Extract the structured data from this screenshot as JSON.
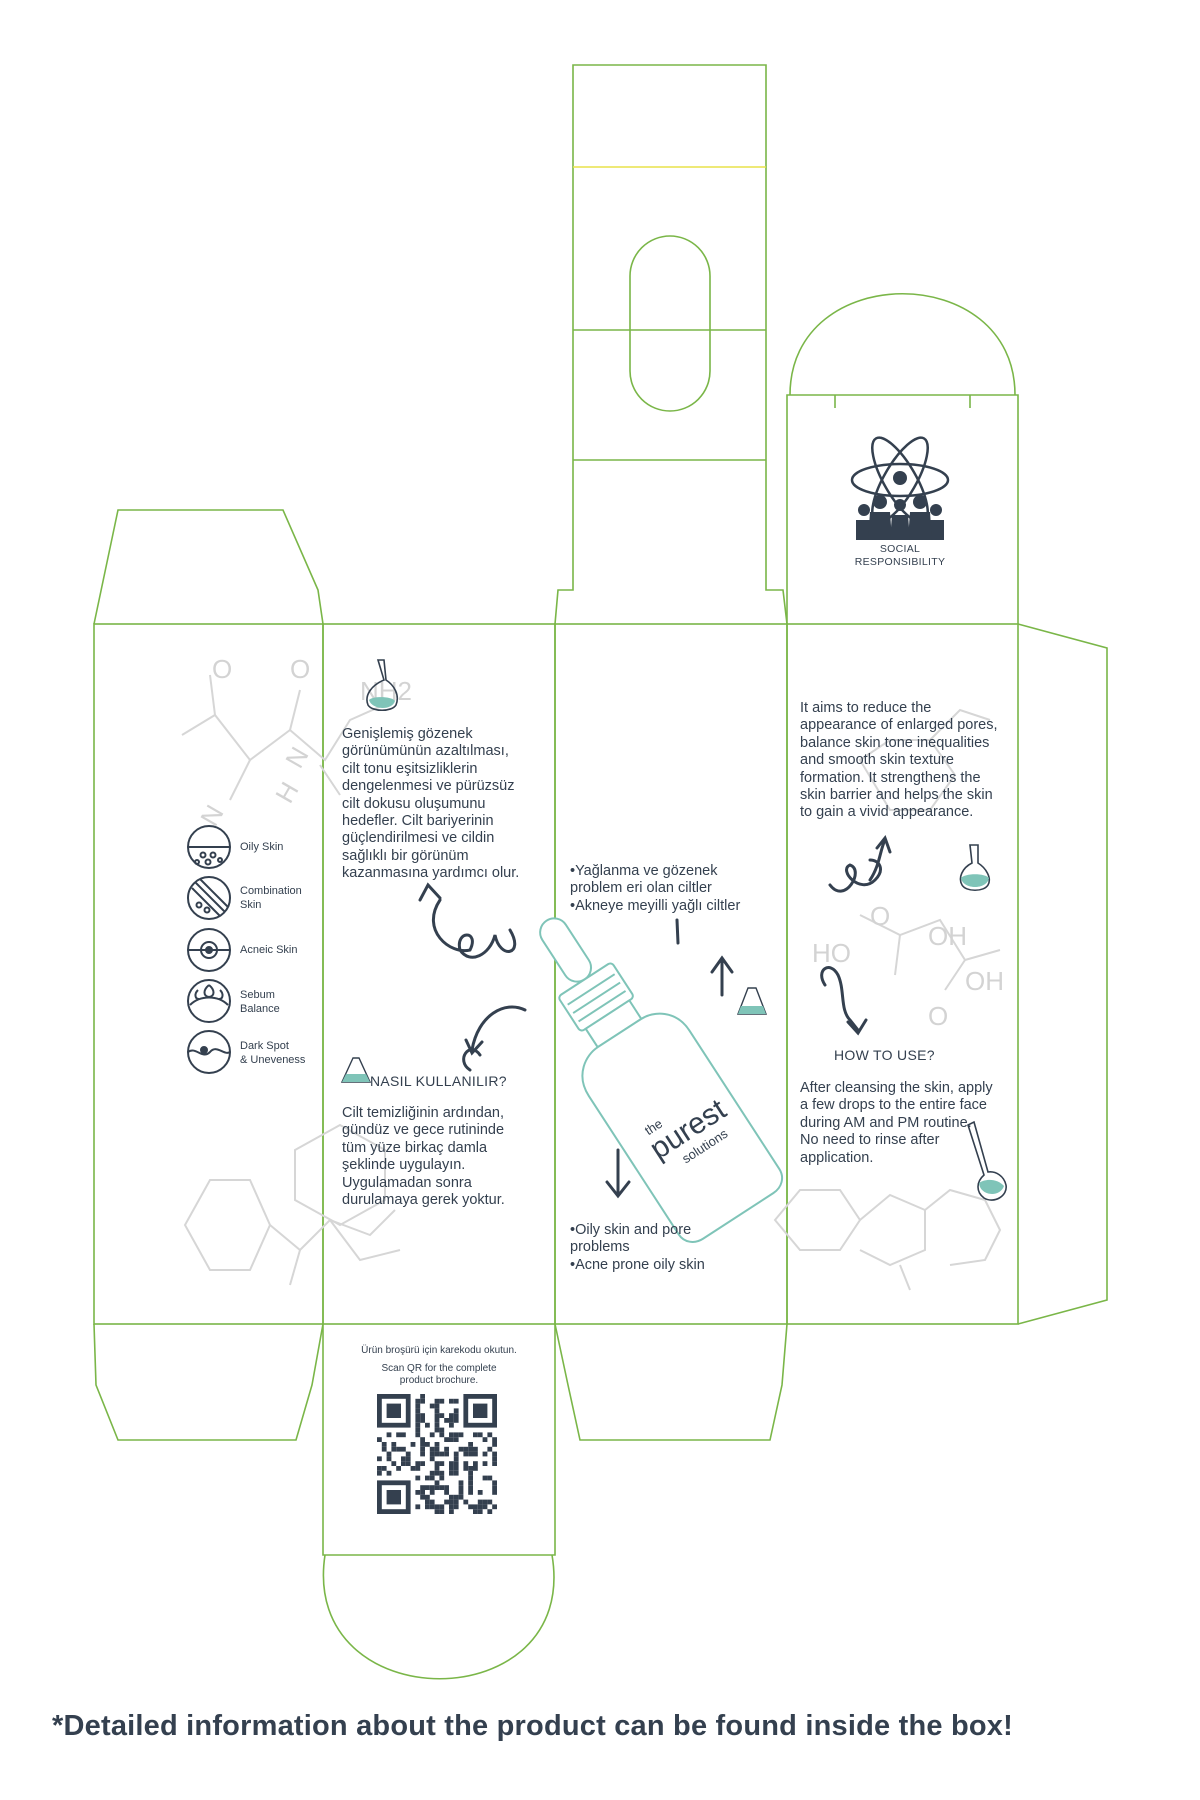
{
  "colors": {
    "dieline": "#7ab648",
    "ink": "#34404f",
    "accent_teal": "#7fc4b8",
    "chem_grey": "#d3d3d3",
    "fold_yellow": "#e8e24a"
  },
  "left_panel": {
    "skin_types": [
      {
        "icon": "oily-skin-icon",
        "label": "Oily Skin"
      },
      {
        "icon": "combination-skin-icon",
        "label": "Combination\nSkin"
      },
      {
        "icon": "acneic-skin-icon",
        "label": "Acneic Skin"
      },
      {
        "icon": "sebum-balance-icon",
        "label": "Sebum\nBalance"
      },
      {
        "icon": "dark-spot-icon",
        "label": "Dark Spot\n& Uneveness"
      }
    ]
  },
  "turkish_panel": {
    "description": "Genişlemiş gözenek\ngörünümünün azaltılması,\ncilt tonu eşitsizliklerin\ndengelenmesi ve pürüzsüz\ncilt dokusu oluşumunu\nhedefler. Cilt bariyerinin\ngüçlendirilmesi ve cildin\nsağlıklı bir görünüm\nkazanmasına yardımcı olur.",
    "how_to_heading": "NASIL KULLANILIR?",
    "how_to_text": "Cilt temizliğinin ardından,\ngündüz ve gece rutininde\ntüm yüze birkaç damla\nşeklinde uygulayın.\nUygulamadan sonra\ndurulamaya gerek yoktur."
  },
  "front_panel": {
    "target_tr": "•Yağlanma ve gözenek\nproblem eri olan ciltler\n•Akneye meyilli yağlı ciltler",
    "target_en": "•Oily skin and pore\nproblems\n•Acne prone oily skin",
    "brand_line1": "the",
    "brand_line2": "purest",
    "brand_line3": "solutions"
  },
  "english_panel": {
    "description": "It aims to reduce the\nappearance of enlarged pores,\nbalance skin tone inequalities\nand smooth skin texture\nformation. It strengthens the\nskin barrier and helps the skin\nto gain a vivid appearance.",
    "how_to_heading": "HOW TO USE?",
    "how_to_text": "After cleansing the skin, apply\na few drops to the entire face\nduring AM and PM routine.\nNo need to rinse after\napplication."
  },
  "top_flap": {
    "social_label": "SOCIAL\nRESPONSIBILITY"
  },
  "bottom_flap": {
    "qr_text_tr": "Ürün broşürü için karekodu okutun.",
    "qr_text_en": "Scan QR for the complete\nproduct brochure."
  },
  "footer": {
    "note": "*Detailed information about the product can be found inside the box!"
  }
}
